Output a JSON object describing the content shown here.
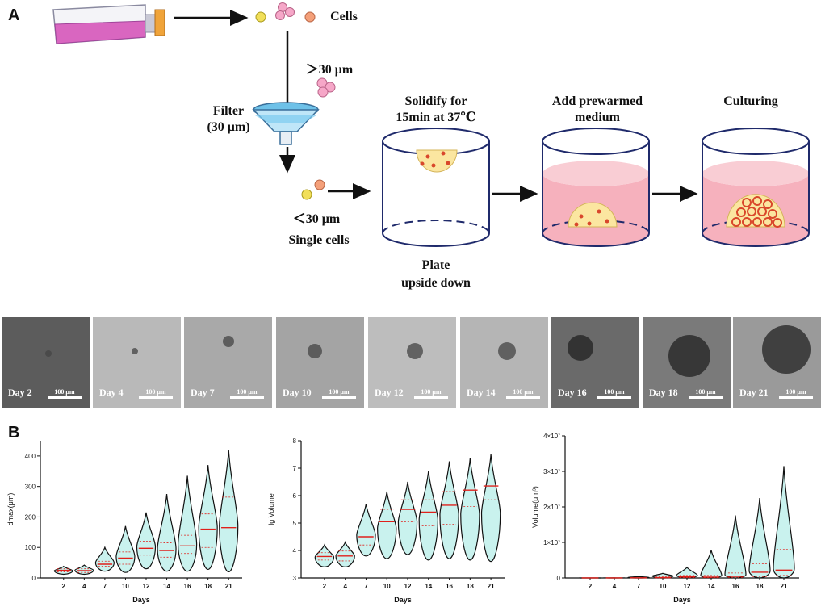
{
  "panelA": {
    "letter": "A",
    "cells_label": "Cells",
    "over_label": "＞30 μm",
    "filter_label_1": "Filter",
    "filter_label_2": "(30 μm)",
    "under_label": "＜30 μm",
    "single_label": "Single cells",
    "step1_title_1": "Solidify for",
    "step1_title_2": "15min at 37℃",
    "step1_caption_1": "Plate",
    "step1_caption_2": "upside down",
    "step2_title_1": "Add prewarmed",
    "step2_title_2": "medium",
    "step3_title": "Culturing"
  },
  "micrographs": [
    {
      "day": "Day 2",
      "scale": "100 μm",
      "tone": "#5c5c5c"
    },
    {
      "day": "Day 4",
      "scale": "100 μm",
      "tone": "#b9b9b9"
    },
    {
      "day": "Day 7",
      "scale": "100 μm",
      "tone": "#a9a9a9"
    },
    {
      "day": "Day 10",
      "scale": "100 μm",
      "tone": "#a4a4a4"
    },
    {
      "day": "Day 12",
      "scale": "100 μm",
      "tone": "#bdbdbd"
    },
    {
      "day": "Day 14",
      "scale": "100 μm",
      "tone": "#b5b5b5"
    },
    {
      "day": "Day 16",
      "scale": "100 μm",
      "tone": "#6a6a6a"
    },
    {
      "day": "Day 18",
      "scale": "100 μm",
      "tone": "#7a7a7a"
    },
    {
      "day": "Day 21",
      "scale": "100 μm",
      "tone": "#9a9a9a"
    }
  ],
  "panelB": {
    "letter": "B"
  },
  "colors": {
    "violin_fill": "#c9f2ee",
    "median": "#e0201b",
    "cell_pink": "#f7a1c4",
    "gel": "#fbe6a0",
    "medium": "#f4a3b1"
  },
  "chart_data": [
    {
      "type": "violin",
      "xlabel": "Days",
      "ylabel": "dmax(μm)",
      "categories": [
        "2",
        "4",
        "7",
        "10",
        "12",
        "14",
        "16",
        "18",
        "21"
      ],
      "ylim": [
        0,
        450
      ],
      "yticks": [
        0,
        100,
        200,
        300,
        400
      ],
      "ytick_labels": [
        "0",
        "100",
        "200",
        "300",
        "400"
      ],
      "violins": [
        {
          "min": 12,
          "max": 38,
          "q1": 20,
          "median": 25,
          "q3": 30
        },
        {
          "min": 12,
          "max": 42,
          "q1": 18,
          "median": 24,
          "q3": 30
        },
        {
          "min": 22,
          "max": 100,
          "q1": 38,
          "median": 45,
          "q3": 55
        },
        {
          "min": 18,
          "max": 170,
          "q1": 45,
          "median": 65,
          "q3": 85
        },
        {
          "min": 30,
          "max": 215,
          "q1": 75,
          "median": 97,
          "q3": 120
        },
        {
          "min": 22,
          "max": 275,
          "q1": 68,
          "median": 90,
          "q3": 115
        },
        {
          "min": 22,
          "max": 335,
          "q1": 80,
          "median": 105,
          "q3": 140
        },
        {
          "min": 28,
          "max": 370,
          "q1": 100,
          "median": 160,
          "q3": 210
        },
        {
          "min": 20,
          "max": 420,
          "q1": 118,
          "median": 165,
          "q3": 265
        }
      ]
    },
    {
      "type": "violin",
      "xlabel": "Days",
      "ylabel": "lg Volume",
      "categories": [
        "2",
        "4",
        "7",
        "10",
        "12",
        "14",
        "16",
        "18",
        "21"
      ],
      "ylim": [
        3,
        8
      ],
      "yticks": [
        3,
        4,
        5,
        6,
        7,
        8
      ],
      "ytick_labels": [
        "3",
        "4",
        "5",
        "6",
        "7",
        "8"
      ],
      "violins": [
        {
          "min": 3.4,
          "max": 4.2,
          "q1": 3.65,
          "median": 3.78,
          "q3": 3.92
        },
        {
          "min": 3.4,
          "max": 4.3,
          "q1": 3.62,
          "median": 3.8,
          "q3": 3.98
        },
        {
          "min": 3.8,
          "max": 5.7,
          "q1": 4.2,
          "median": 4.5,
          "q3": 4.75
        },
        {
          "min": 3.7,
          "max": 6.15,
          "q1": 4.6,
          "median": 5.05,
          "q3": 5.5
        },
        {
          "min": 3.85,
          "max": 6.5,
          "q1": 5.05,
          "median": 5.5,
          "q3": 5.85
        },
        {
          "min": 3.65,
          "max": 6.9,
          "q1": 4.9,
          "median": 5.4,
          "q3": 5.85
        },
        {
          "min": 3.7,
          "max": 7.25,
          "q1": 4.95,
          "median": 5.65,
          "q3": 6.15
        },
        {
          "min": 3.65,
          "max": 7.35,
          "q1": 5.6,
          "median": 6.2,
          "q3": 6.6
        },
        {
          "min": 3.6,
          "max": 7.5,
          "q1": 5.85,
          "median": 6.35,
          "q3": 6.9
        }
      ]
    },
    {
      "type": "violin",
      "xlabel": "Days",
      "ylabel": "Volume(μm³)",
      "categories": [
        "2",
        "4",
        "7",
        "10",
        "12",
        "14",
        "16",
        "18",
        "21"
      ],
      "ylim": [
        0,
        40000000
      ],
      "yticks": [
        0,
        10000000,
        20000000,
        30000000,
        40000000
      ],
      "ytick_labels": [
        "0",
        "1×10⁷",
        "2×10⁷",
        "3×10⁷",
        "4×10⁷"
      ],
      "violins": [
        {
          "min": 0,
          "max": 15000,
          "q1": 3000,
          "median": 5000,
          "q3": 8000
        },
        {
          "min": 0,
          "max": 20000,
          "q1": 3000,
          "median": 5000,
          "q3": 9000
        },
        {
          "min": 0,
          "max": 400000,
          "q1": 20000,
          "median": 35000,
          "q3": 60000
        },
        {
          "min": 0,
          "max": 1300000,
          "q1": 40000,
          "median": 110000,
          "q3": 300000
        },
        {
          "min": 0,
          "max": 3000000,
          "q1": 100000,
          "median": 300000,
          "q3": 700000
        },
        {
          "min": 0,
          "max": 7800000,
          "q1": 80000,
          "median": 250000,
          "q3": 700000
        },
        {
          "min": 0,
          "max": 17600000,
          "q1": 90000,
          "median": 450000,
          "q3": 1400000
        },
        {
          "min": 0,
          "max": 22500000,
          "q1": 400000,
          "median": 1600000,
          "q3": 4000000
        },
        {
          "min": 0,
          "max": 31500000,
          "q1": 700000,
          "median": 2200000,
          "q3": 8000000
        }
      ]
    }
  ]
}
